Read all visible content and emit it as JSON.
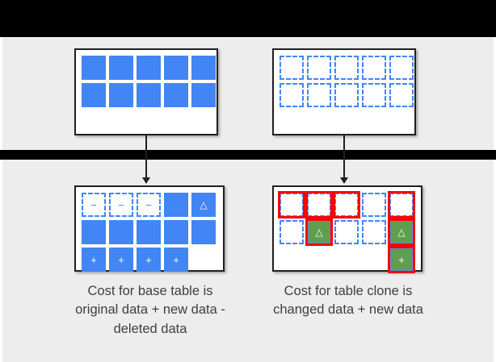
{
  "theme": {
    "background": "#000000",
    "band_background": "#ededed",
    "panel_background": "#ffffff",
    "panel_border": "#202020",
    "blue": "#4285f4",
    "green": "#5f9e4f",
    "red_highlight": "#ff0000",
    "caption_color": "#3c4043",
    "rail": "#ffffff"
  },
  "diagram": {
    "title": "",
    "panels": {
      "base_table_original": {
        "name": "base table original data",
        "rows": [
          [
            {
              "style": "solid",
              "glyph": ""
            },
            {
              "style": "solid",
              "glyph": ""
            },
            {
              "style": "solid",
              "glyph": ""
            },
            {
              "style": "solid",
              "glyph": ""
            },
            {
              "style": "solid",
              "glyph": ""
            }
          ],
          [
            {
              "style": "solid",
              "glyph": ""
            },
            {
              "style": "solid",
              "glyph": ""
            },
            {
              "style": "solid",
              "glyph": ""
            },
            {
              "style": "solid",
              "glyph": ""
            },
            {
              "style": "solid",
              "glyph": ""
            }
          ]
        ]
      },
      "table_clone_original": {
        "name": "table clone referencing base data",
        "rows": [
          [
            {
              "style": "dashed",
              "glyph": ""
            },
            {
              "style": "dashed",
              "glyph": ""
            },
            {
              "style": "dashed",
              "glyph": ""
            },
            {
              "style": "dashed",
              "glyph": ""
            },
            {
              "style": "dashed",
              "glyph": ""
            }
          ],
          [
            {
              "style": "dashed",
              "glyph": ""
            },
            {
              "style": "dashed",
              "glyph": ""
            },
            {
              "style": "dashed",
              "glyph": ""
            },
            {
              "style": "dashed",
              "glyph": ""
            },
            {
              "style": "dashed",
              "glyph": ""
            }
          ]
        ]
      },
      "base_table_after": {
        "name": "base table after changes",
        "rows": [
          [
            {
              "style": "dashed",
              "glyph": "−",
              "ring": false
            },
            {
              "style": "dashed",
              "glyph": "−",
              "ring": false
            },
            {
              "style": "dashed",
              "glyph": "−",
              "ring": false
            },
            {
              "style": "solid",
              "glyph": "",
              "ring": false
            },
            {
              "style": "solid",
              "glyph": "△",
              "ring": false
            }
          ],
          [
            {
              "style": "solid",
              "glyph": "",
              "ring": false
            },
            {
              "style": "solid",
              "glyph": "",
              "ring": false
            },
            {
              "style": "solid",
              "glyph": "",
              "ring": false
            },
            {
              "style": "solid",
              "glyph": "",
              "ring": false
            },
            {
              "style": "solid",
              "glyph": "",
              "ring": false
            }
          ],
          [
            {
              "style": "solid",
              "glyph": "+",
              "ring": false
            },
            {
              "style": "solid",
              "glyph": "+",
              "ring": false
            },
            {
              "style": "solid",
              "glyph": "+",
              "ring": false
            },
            {
              "style": "solid",
              "glyph": "+",
              "ring": false
            },
            {
              "style": "empty",
              "glyph": "",
              "ring": false
            }
          ]
        ]
      },
      "table_clone_after": {
        "name": "table clone after changes",
        "rows": [
          [
            {
              "style": "dashed",
              "glyph": "",
              "ring": true
            },
            {
              "style": "dashed",
              "glyph": "",
              "ring": true
            },
            {
              "style": "dashed",
              "glyph": "",
              "ring": true
            },
            {
              "style": "dashed",
              "glyph": "",
              "ring": false
            },
            {
              "style": "dashed",
              "glyph": "",
              "ring": true
            }
          ],
          [
            {
              "style": "dashed",
              "glyph": "",
              "ring": false
            },
            {
              "style": "green",
              "glyph": "△",
              "ring": true
            },
            {
              "style": "dashed",
              "glyph": "",
              "ring": false
            },
            {
              "style": "dashed",
              "glyph": "",
              "ring": false
            },
            {
              "style": "green",
              "glyph": "△",
              "ring": true
            }
          ],
          [
            {
              "style": "empty",
              "glyph": "",
              "ring": false
            },
            {
              "style": "empty",
              "glyph": "",
              "ring": false
            },
            {
              "style": "empty",
              "glyph": "",
              "ring": false
            },
            {
              "style": "empty",
              "glyph": "",
              "ring": false
            },
            {
              "style": "green",
              "glyph": "+",
              "ring": true
            }
          ]
        ]
      }
    },
    "captions": {
      "left": "Cost for base table is original data + new data - deleted data",
      "right": "Cost for table clone is changed data + new data"
    },
    "arrows": [
      {
        "name": "arrow-base-table",
        "label": ""
      },
      {
        "name": "arrow-table-clone",
        "label": ""
      }
    ]
  }
}
